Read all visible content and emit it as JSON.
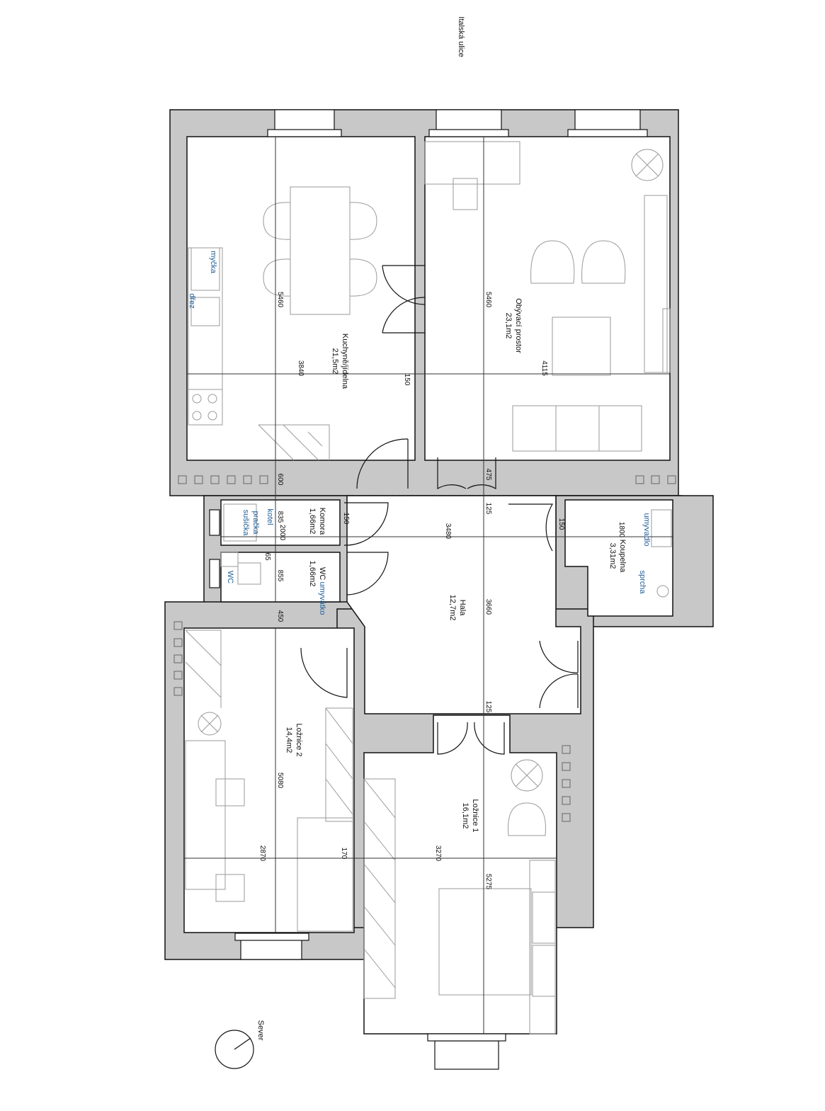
{
  "street": "Italská ulice",
  "north": "Sever",
  "rooms": {
    "kuchyne": {
      "name": "Kuchyně/jídelna",
      "area": "21,5m2"
    },
    "obyvaci": {
      "name": "Obývací prostor",
      "area": "23,1m2"
    },
    "komora": {
      "name": "Komora",
      "area": "1,66m2"
    },
    "wc": {
      "name": "WC",
      "area": "1,66m2"
    },
    "hala": {
      "name": "Hala",
      "area": "12,7m2"
    },
    "koupelna": {
      "name": "Koupelna",
      "area": "3,31m2"
    },
    "loznice2": {
      "name": "Ložnice 2",
      "area": "14,4m2"
    },
    "loznice1": {
      "name": "Ložnice 1",
      "area": "16,1m2"
    }
  },
  "appliances": {
    "mycka": "myčka",
    "drez": "dřez",
    "kotel": "kotel",
    "pracka": "pračka",
    "susicka": "sušička",
    "wc": "WC",
    "umyvatko": "umyvátko",
    "umyvadlo": "umyvadlo",
    "sprcha": "sprcha"
  },
  "dims": {
    "d3840": "3840",
    "d150a": "150",
    "d4115": "4115",
    "d5460a": "5460",
    "d5460b": "5460",
    "d600": "600",
    "d475": "475",
    "d835": "835",
    "d125a": "125",
    "d2000": "2000",
    "d150b": "150",
    "d3480": "3480",
    "d150c": "150",
    "d1800": "1800",
    "d65": "65",
    "d855": "855",
    "d450": "450",
    "d3660": "3660",
    "d125b": "125",
    "d5080": "5080",
    "d2870": "2870",
    "d170": "170",
    "d3270": "3270",
    "d5275": "5275"
  }
}
